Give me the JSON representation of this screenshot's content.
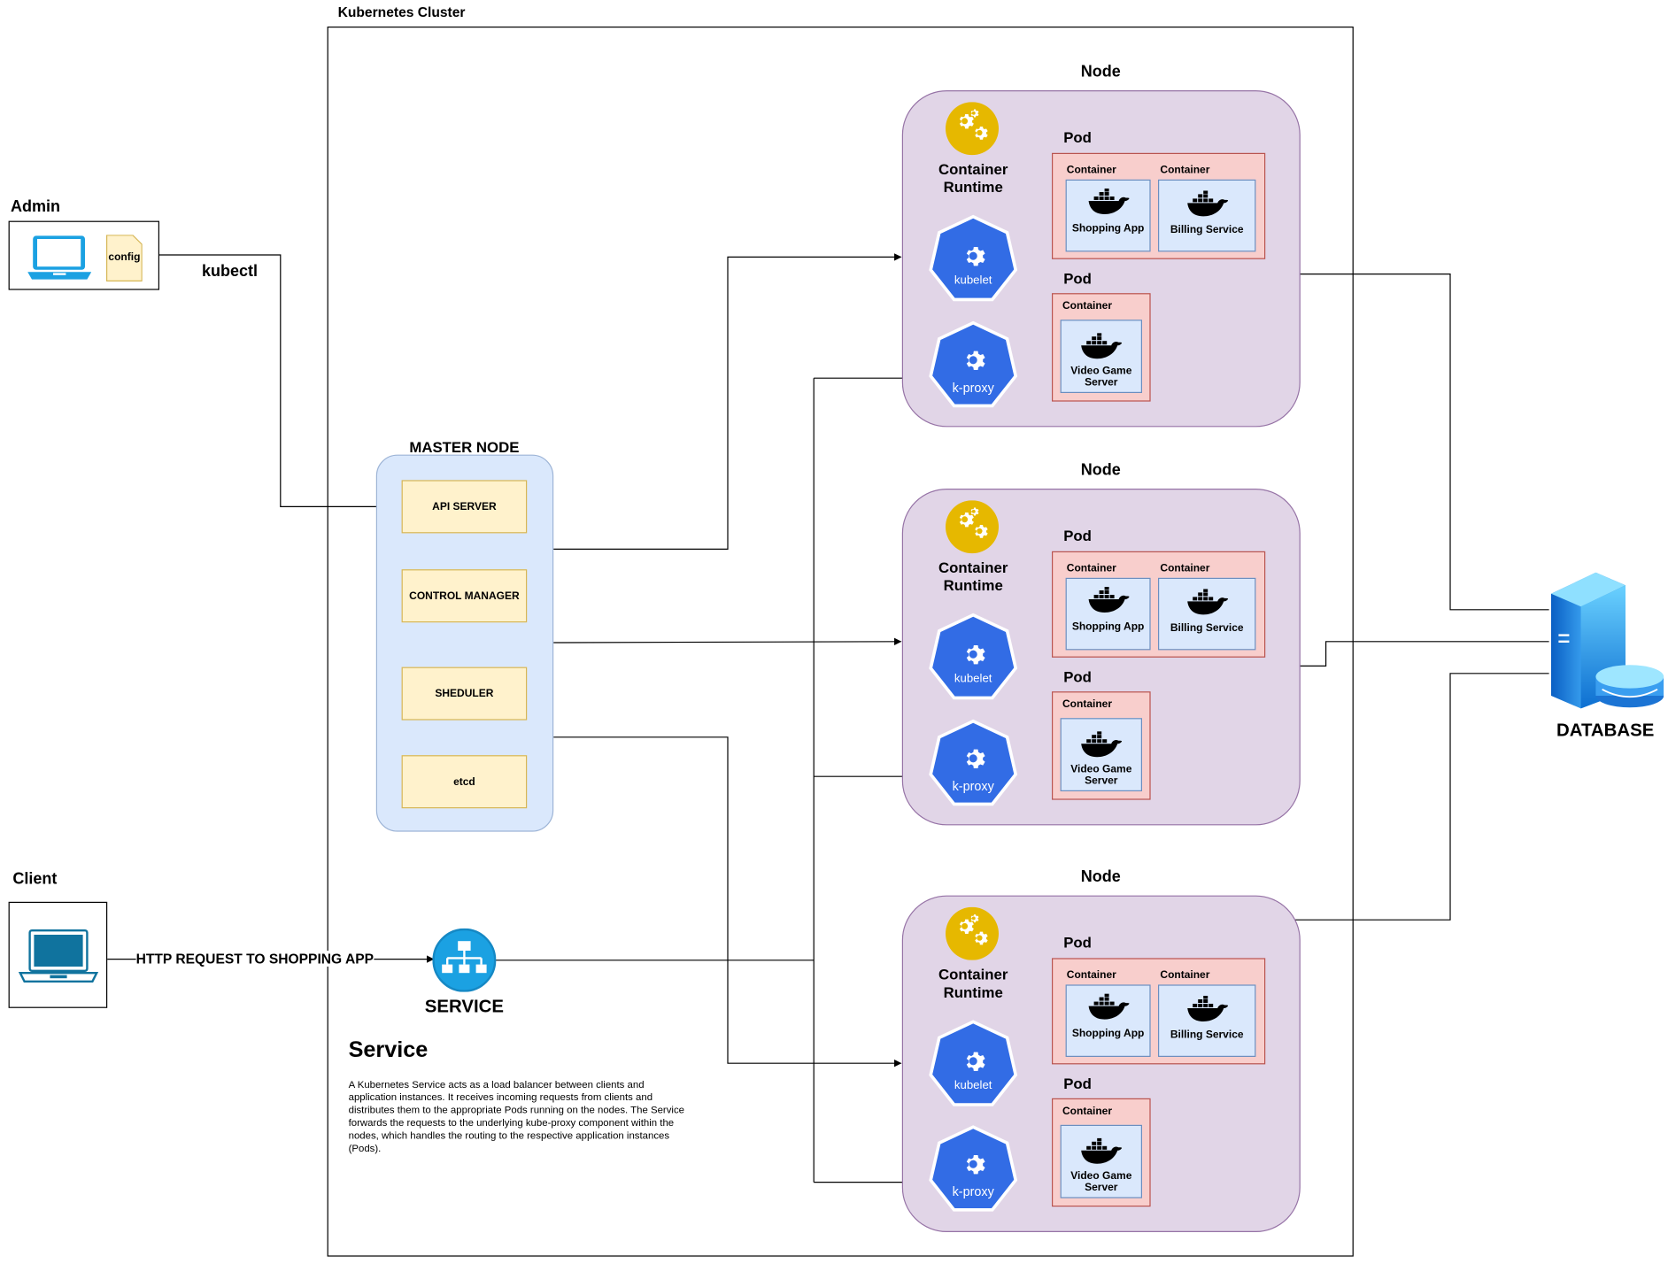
{
  "cluster_label": "Kubernetes Cluster",
  "admin": {
    "title": "Admin",
    "config_label": "config",
    "kubectl_label": "kubectl"
  },
  "client": {
    "title": "Client",
    "request_label": "HTTP REQUEST TO SHOPPING APP"
  },
  "master": {
    "title": "MASTER NODE",
    "components": [
      "API SERVER",
      "CONTROL MANAGER",
      "SHEDULER",
      "etcd"
    ]
  },
  "service": {
    "label": "SERVICE",
    "heading": "Service",
    "description": "A Kubernetes Service acts as a load balancer between clients and application instances. It receives incoming requests from clients and distributes them to the appropriate Pods running on the nodes. The Service forwards the requests to the underlying kube-proxy component within the nodes, which handles the routing to the respective application instances (Pods)."
  },
  "database": {
    "label": "DATABASE"
  },
  "nodes": [
    {
      "title": "Node",
      "runtime": "Container Runtime",
      "kubelet": "kubelet",
      "kproxy": "k-proxy",
      "pod1": {
        "title": "Pod",
        "c1_label": "Container",
        "c1_name": "Shopping App",
        "c2_label": "Container",
        "c2_name": "Billing Service"
      },
      "pod2": {
        "title": "Pod",
        "c_label": "Container",
        "c_name": "Video Game Server"
      }
    },
    {
      "title": "Node",
      "runtime": "Container Runtime",
      "kubelet": "kubelet",
      "kproxy": "k-proxy",
      "pod1": {
        "title": "Pod",
        "c1_label": "Container",
        "c1_name": "Shopping App",
        "c2_label": "Container",
        "c2_name": "Billing Service"
      },
      "pod2": {
        "title": "Pod",
        "c_label": "Container",
        "c_name": "Video Game Server"
      }
    },
    {
      "title": "Node",
      "runtime": "Container Runtime",
      "kubelet": "kubelet",
      "kproxy": "k-proxy",
      "pod1": {
        "title": "Pod",
        "c1_label": "Container",
        "c1_name": "Shopping App",
        "c2_label": "Container",
        "c2_name": "Billing Service"
      },
      "pod2": {
        "title": "Pod",
        "c_label": "Container",
        "c_name": "Video Game Server"
      }
    }
  ],
  "colors": {
    "node_fill": "#e1d5e7",
    "master_fill": "#dae8fc",
    "component_fill": "#fff2cc",
    "pod_fill": "#f8cecc",
    "container_fill": "#dae8fc",
    "k8s_blue": "#326ce5",
    "runtime_gold": "#e6b800",
    "laptop_admin": "#1ba1e2",
    "laptop_client": "#10739e"
  }
}
